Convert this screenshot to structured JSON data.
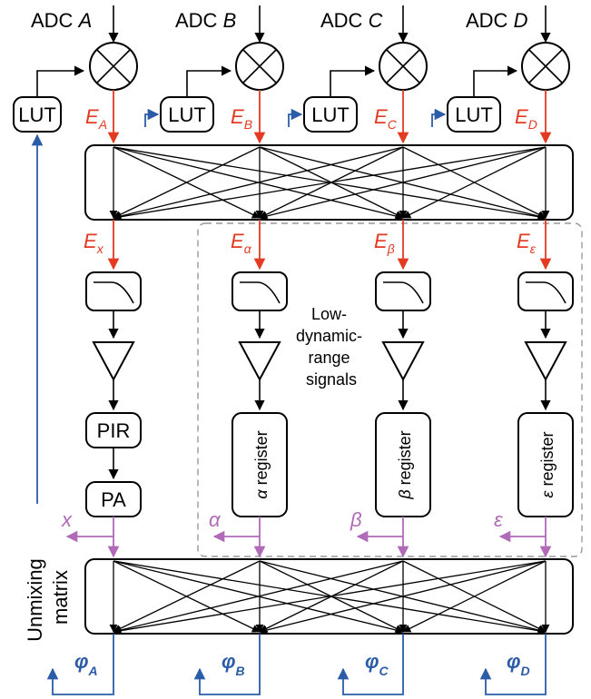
{
  "adc_labels": [
    {
      "prefix": "ADC",
      "letter": "A"
    },
    {
      "prefix": "ADC",
      "letter": "B"
    },
    {
      "prefix": "ADC",
      "letter": "C"
    },
    {
      "prefix": "ADC",
      "letter": "D"
    }
  ],
  "lut_label": "LUT",
  "e_inputs": [
    {
      "base": "E",
      "sub": "A"
    },
    {
      "base": "E",
      "sub": "B"
    },
    {
      "base": "E",
      "sub": "C"
    },
    {
      "base": "E",
      "sub": "D"
    }
  ],
  "e_outputs": [
    {
      "base": "E",
      "sub": "x"
    },
    {
      "base": "E",
      "sub": "α"
    },
    {
      "base": "E",
      "sub": "β"
    },
    {
      "base": "E",
      "sub": "ε"
    }
  ],
  "pir_label": "PIR",
  "pa_label": "PA",
  "registers": [
    {
      "sym": "α",
      "word": "register"
    },
    {
      "sym": "β",
      "word": "register"
    },
    {
      "sym": "ε",
      "word": "register"
    }
  ],
  "low_dynamic_label": [
    "Low-",
    "dynamic-",
    "range",
    "signals"
  ],
  "purple_labels": [
    "x",
    "α",
    "β",
    "ε"
  ],
  "unmixing_label": [
    "Unmixing",
    "matrix"
  ],
  "phi_outputs": [
    {
      "base": "φ",
      "sub": "A"
    },
    {
      "base": "φ",
      "sub": "B"
    },
    {
      "base": "φ",
      "sub": "C"
    },
    {
      "base": "φ",
      "sub": "D"
    }
  ],
  "colors": {
    "red": "#e23b22",
    "blue": "#2b5ca8",
    "purple": "#b06ab8",
    "dashed": "#999999"
  }
}
